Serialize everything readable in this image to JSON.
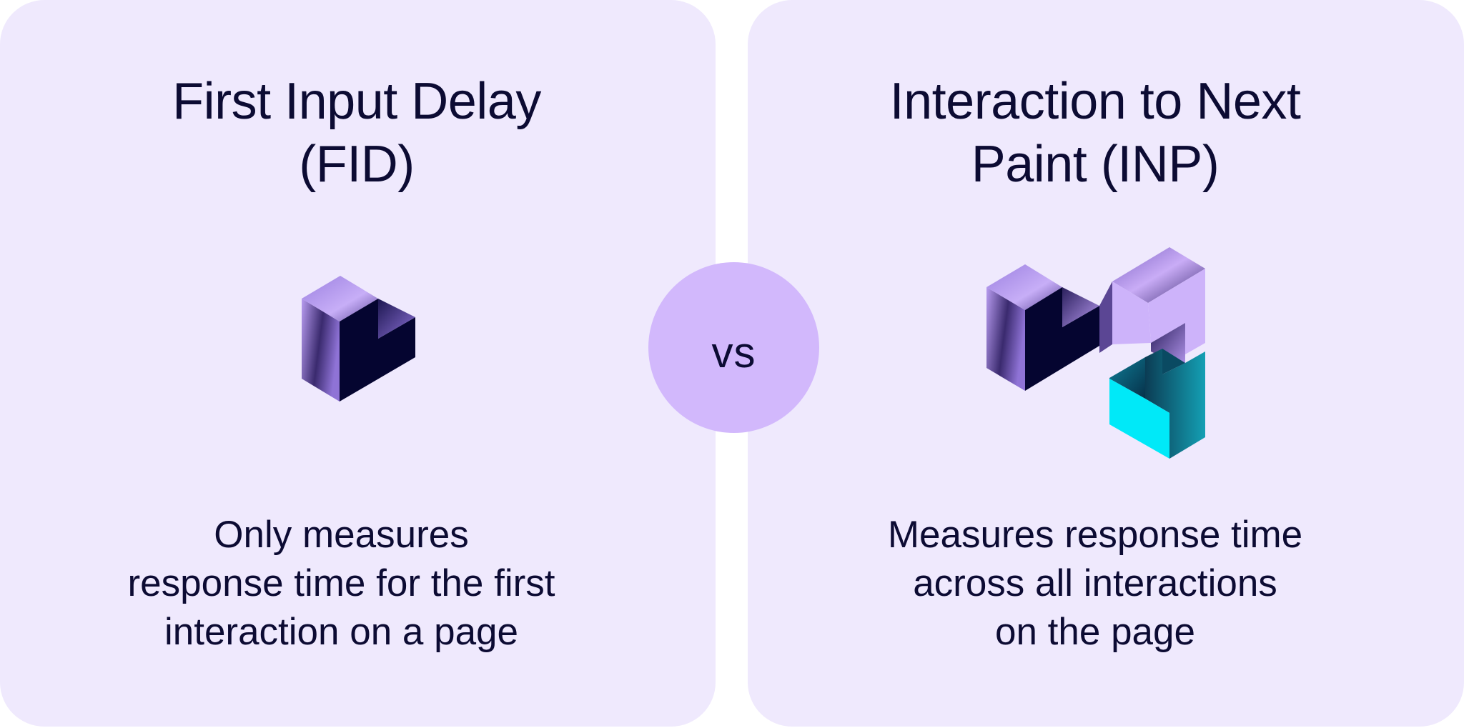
{
  "left_card": {
    "title_lines": [
      "First Input Delay",
      "(FID)"
    ],
    "description_lines": [
      "Only measures",
      "response time for the first",
      "interaction on a page"
    ],
    "icon": "single-cube-icon"
  },
  "comparison": {
    "label": "vs"
  },
  "right_card": {
    "title_lines": [
      "Interaction to Next",
      "Paint (INP)"
    ],
    "description_lines": [
      "Measures response time",
      "across all interactions",
      "on the page"
    ],
    "icon": "multi-cube-icon"
  },
  "colors": {
    "card_background": "#efe9fd",
    "text": "#0c0b33",
    "vs_circle": "#d2b8fc",
    "cube_dark": "#050530",
    "cube_lavender": "#c6a6f7",
    "cube_cyan": "#00e9f8"
  }
}
